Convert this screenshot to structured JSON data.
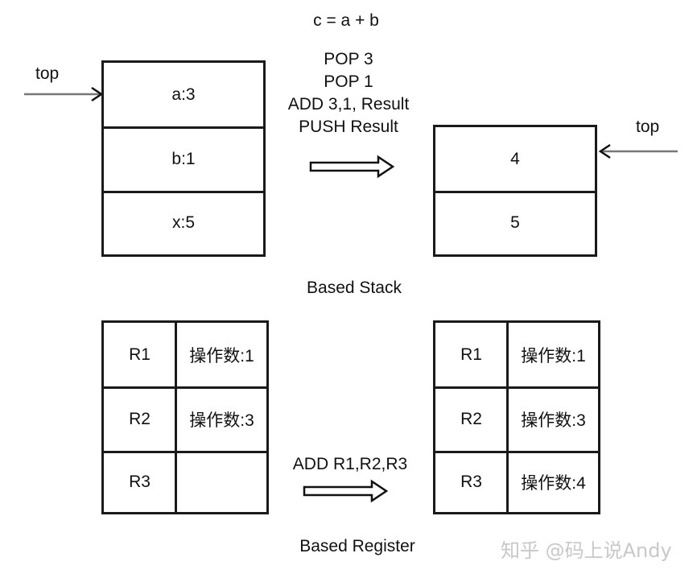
{
  "equation": "c = a + b",
  "stack": {
    "left_top_label": "top",
    "left_cells": [
      "a:3",
      "b:1",
      "x:5"
    ],
    "ops": [
      "POP 3",
      "POP 1",
      "ADD 3,1, Result",
      "PUSH Result"
    ],
    "right_top_label": "top",
    "right_cells": [
      "4",
      "5"
    ],
    "caption": "Based Stack"
  },
  "register": {
    "left_rows": [
      {
        "reg": "R1",
        "value": "操作数:1"
      },
      {
        "reg": "R2",
        "value": "操作数:3"
      },
      {
        "reg": "R3",
        "value": ""
      }
    ],
    "op": "ADD R1,R2,R3",
    "right_rows": [
      {
        "reg": "R1",
        "value": "操作数:1"
      },
      {
        "reg": "R2",
        "value": "操作数:3"
      },
      {
        "reg": "R3",
        "value": "操作数:4"
      }
    ],
    "caption": "Based Register"
  },
  "watermark": "知乎 @码上说Andy"
}
